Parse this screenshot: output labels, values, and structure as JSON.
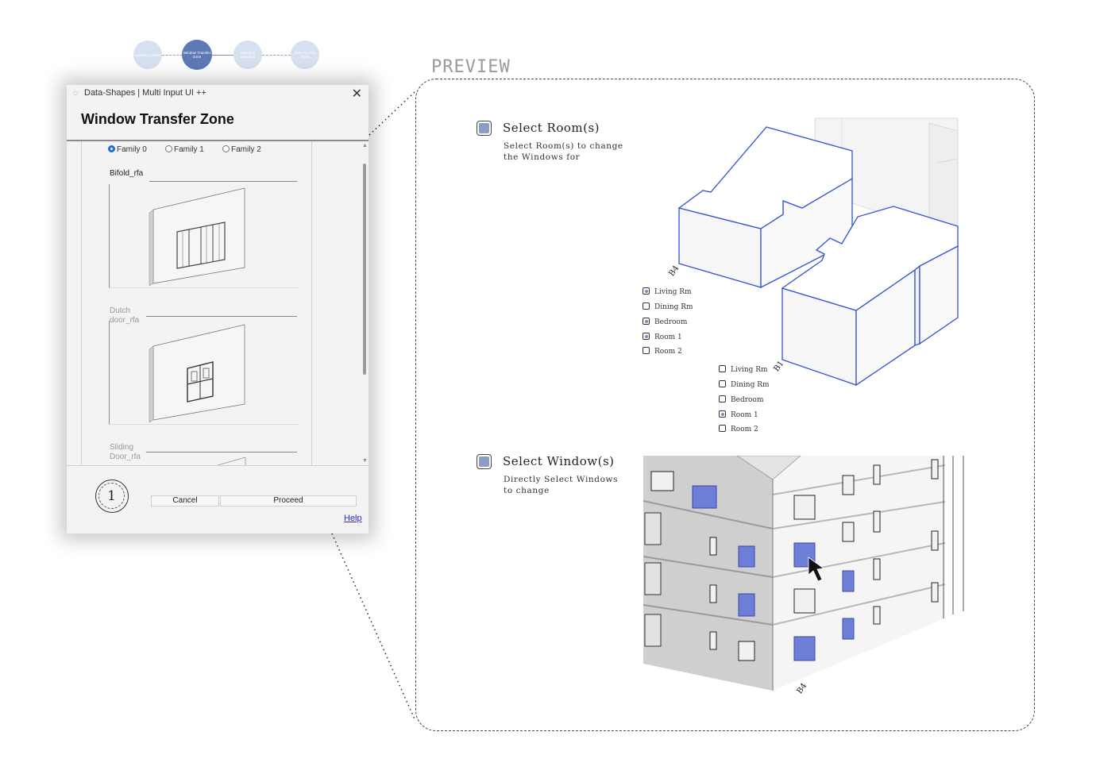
{
  "steps": [
    {
      "label": "Existing Context"
    },
    {
      "label": "Window Transfer Zone",
      "active": true
    },
    {
      "label": "Matching Selection"
    },
    {
      "label": "Start Transfer Zone"
    }
  ],
  "dialog": {
    "window_title": "Data-Shapes | Multi Input UI ++",
    "title": "Window Transfer Zone",
    "families": [
      "Family 0",
      "Family 1",
      "Family 2"
    ],
    "selected_family": "Family 0",
    "items": [
      {
        "label": "Bifold_rfa"
      },
      {
        "label": "Dutch door_rfa"
      },
      {
        "label": "Sliding Door_rfa"
      }
    ],
    "step_number": "1",
    "cancel_label": "Cancel",
    "proceed_label": "Proceed",
    "help_label": "Help"
  },
  "preview": {
    "label": "PREVIEW",
    "room_section": {
      "title": "Select Room(s)",
      "desc_line1": "Select Room(s) to change",
      "desc_line2": "the Windows for",
      "block1_tag": "B4",
      "block2_tag": "B1",
      "list1": [
        {
          "label": "Living Rm",
          "checked": true
        },
        {
          "label": "Dining Rm",
          "checked": false
        },
        {
          "label": "Bedroom",
          "checked": true
        },
        {
          "label": "Room 1",
          "checked": true
        },
        {
          "label": "Room 2",
          "checked": false
        }
      ],
      "list2": [
        {
          "label": "Living Rm",
          "checked": false
        },
        {
          "label": "Dining Rm",
          "checked": false
        },
        {
          "label": "Bedroom",
          "checked": false
        },
        {
          "label": "Room 1",
          "checked": true
        },
        {
          "label": "Room 2",
          "checked": false
        }
      ]
    },
    "window_section": {
      "title": "Select Window(s)",
      "desc_line1": "Directly Select Windows",
      "desc_line2": "to change",
      "building_tag": "B4"
    }
  },
  "colors": {
    "accent": "#5e79b4",
    "step_inactive": "#d6e0ef",
    "room_outline": "#3451d6",
    "selected_window": "#6f7fd8",
    "link": "#2a2ad8"
  }
}
